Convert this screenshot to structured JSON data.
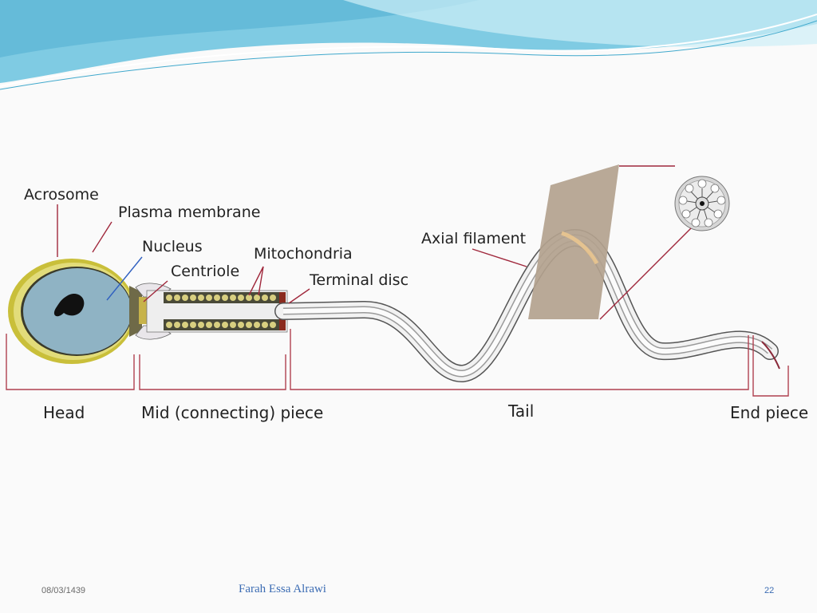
{
  "labels": {
    "acrosome": "Acrosome",
    "plasma_membrane": "Plasma membrane",
    "nucleus": "Nucleus",
    "centriole": "Centriole",
    "mitochondria": "Mitochondria",
    "terminal_disc": "Terminal disc",
    "axial_filament": "Axial filament",
    "head": "Head",
    "mid_piece": "Mid (connecting) piece",
    "tail": "Tail",
    "end_piece": "End piece"
  },
  "footer": {
    "date": "08/03/1439",
    "author": "Farah Essa Alrawi",
    "page": "22"
  },
  "colors": {
    "header_blue": "#6fc3df",
    "head_fill": "#8fb3c4",
    "acrosome": "#d8d05a",
    "leader": "#a0283c",
    "bracket": "#b04050",
    "plane": "#b3a28e"
  }
}
